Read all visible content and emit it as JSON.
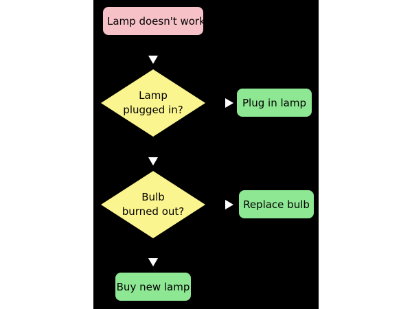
{
  "flowchart": {
    "start": {
      "label": "Lamp doesn't work"
    },
    "decision_1": {
      "line1": "Lamp",
      "line2": "plugged in?"
    },
    "action_1": {
      "label": "Plug in lamp"
    },
    "decision_2": {
      "line1": "Bulb",
      "line2": "burned out?"
    },
    "action_2": {
      "label": "Replace bulb"
    },
    "end": {
      "label": "Buy new lamp"
    }
  },
  "colors": {
    "start_fill": "#f7c1c8",
    "decision_fill": "#fbf58f",
    "action_fill": "#8ee793",
    "background": "#000000",
    "arrow": "#ffffff"
  }
}
